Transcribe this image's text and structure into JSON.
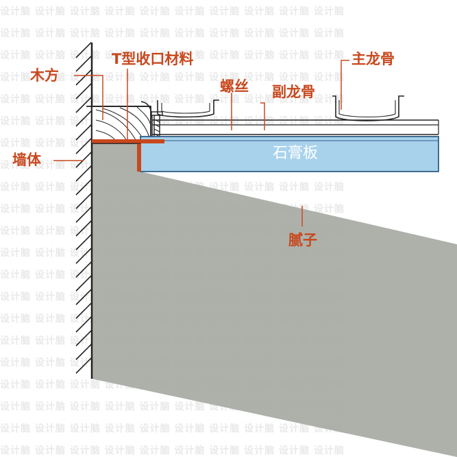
{
  "labels": {
    "wood": "木方",
    "t_trim": "T型收口材料",
    "screw": "螺丝",
    "secondary_keel": "副龙骨",
    "main_keel": "主龙骨",
    "wall": "墙体",
    "gypsum_board": "石膏板",
    "putty": "腻子"
  },
  "watermark": "设计脑 设计脑 设计脑 设计脑 设计脑 设计脑 设计脑 设计脑 设计脑 设计脑",
  "colors": {
    "accent": "#c8481e",
    "board_fill": "#a8d2ec",
    "board_stroke": "#2f5f86",
    "putty_fill": "#a6aaa3",
    "line": "#222222"
  }
}
